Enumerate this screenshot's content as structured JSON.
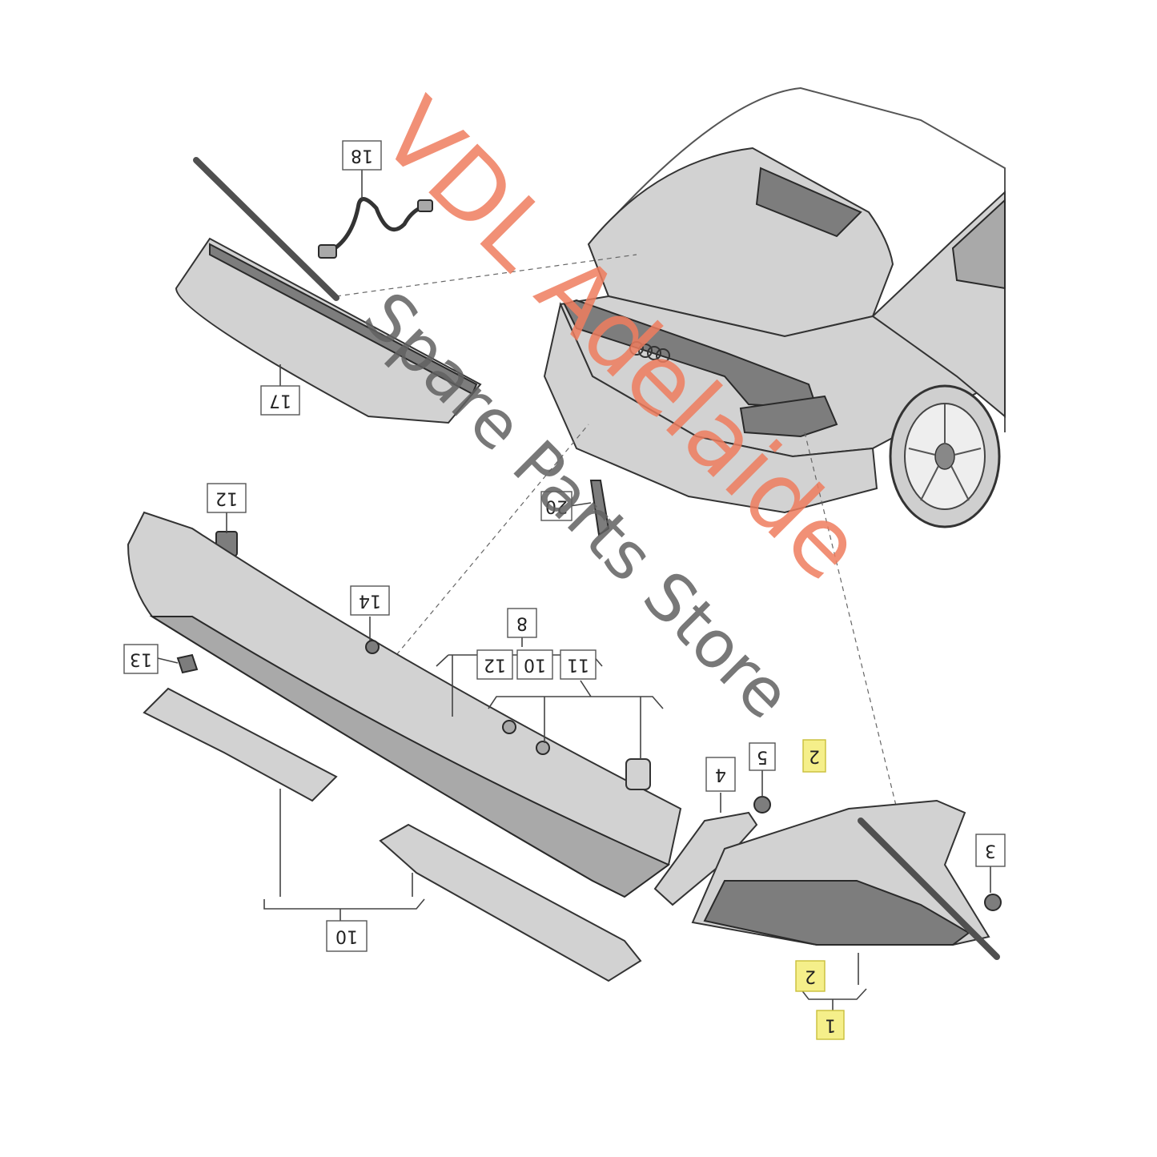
{
  "callouts": {
    "c18": "18",
    "c17": "17",
    "c12a": "12",
    "c20": "20",
    "c14": "14",
    "c13": "13",
    "c8": "8",
    "c12b": "12",
    "c10a": "10",
    "c11": "11",
    "c10b": "10",
    "c4": "4",
    "c5": "5",
    "c2a": "2",
    "c3": "3",
    "c2b": "2",
    "c1": "1"
  },
  "watermark": {
    "line1": "VDL Adelaide",
    "line2": "Spare Parts Store"
  },
  "colors": {
    "highlight": "#f5ef8a",
    "watermark_orange": "#ef7d5e",
    "watermark_gray": "#606060"
  }
}
